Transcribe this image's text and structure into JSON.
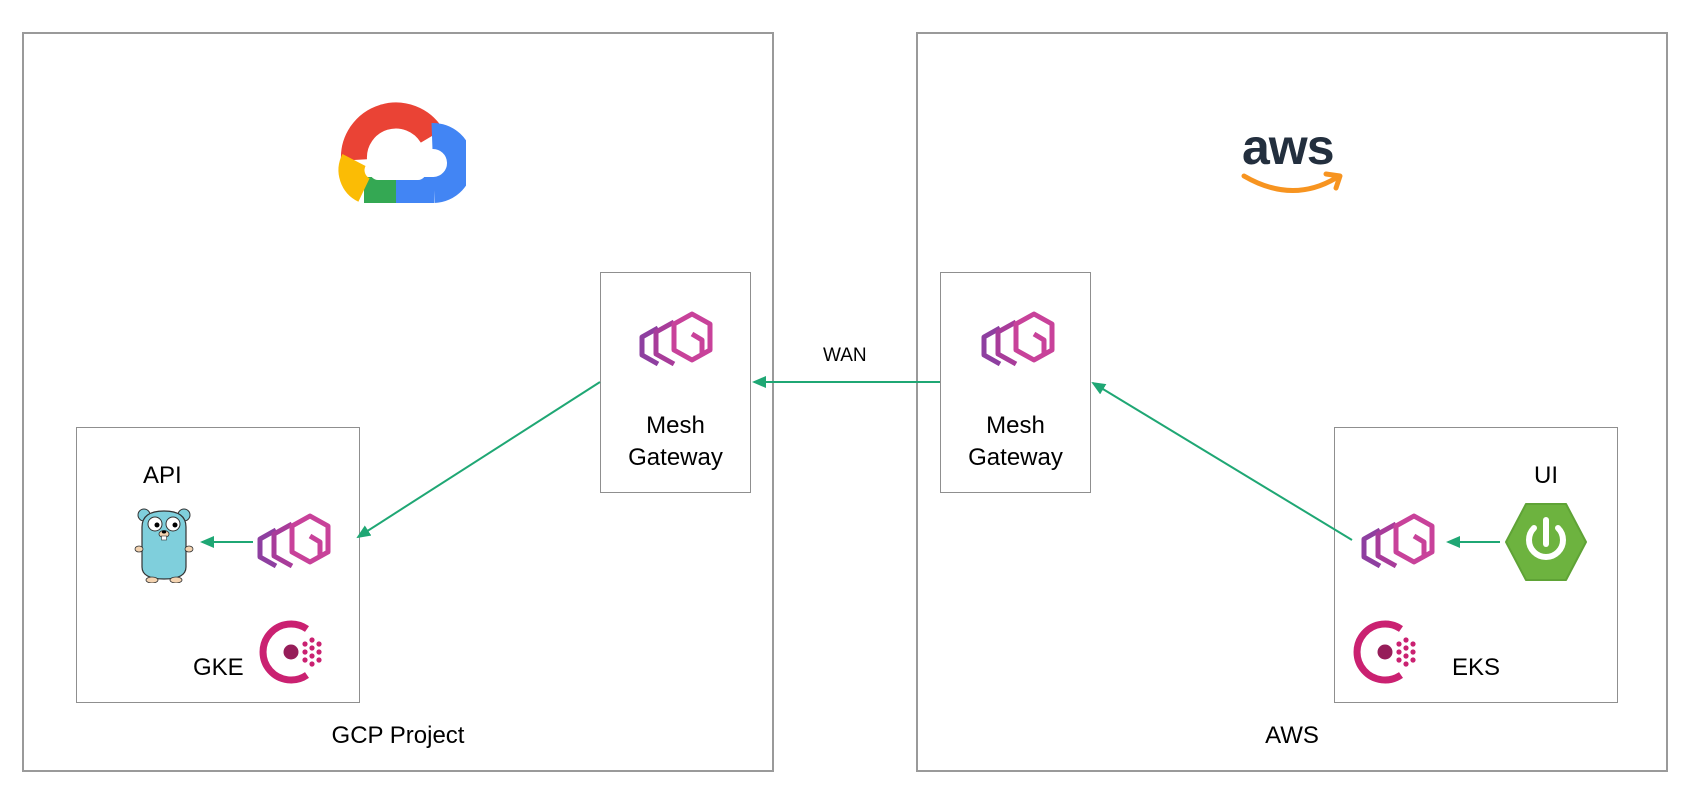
{
  "regions": {
    "gcp": {
      "label": "GCP Project"
    },
    "aws": {
      "label": "AWS"
    }
  },
  "clusters": {
    "gke": {
      "label": "GKE",
      "service_label": "API"
    },
    "eks": {
      "label": "EKS",
      "service_label": "UI"
    }
  },
  "gateways": {
    "gcp": {
      "line1": "Mesh",
      "line2": "Gateway"
    },
    "aws": {
      "line1": "Mesh",
      "line2": "Gateway"
    }
  },
  "wan_label": "WAN",
  "aws_logo_text": "aws",
  "colors": {
    "arrow": "#1fa774",
    "envoy": "#c0398e",
    "consul": "#ca2171",
    "spring": "#6db33f",
    "gopher": "#7fcfdc"
  },
  "icons": [
    "google-cloud-logo",
    "aws-logo",
    "envoy-icon",
    "gopher-icon",
    "consul-icon",
    "spring-power-icon"
  ]
}
